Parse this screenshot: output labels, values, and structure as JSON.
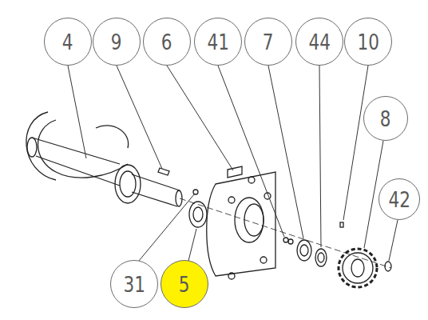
{
  "diagram": {
    "nodes": [
      {
        "text": [
          "4"
        ]
      },
      {
        "text": [
          "9"
        ]
      },
      {
        "text": [
          "6"
        ]
      },
      {
        "text": [
          "41"
        ]
      },
      {
        "text": [
          "7"
        ]
      },
      {
        "text": [
          "44"
        ]
      },
      {
        "text": [
          "10"
        ]
      },
      {
        "text": [
          "8"
        ]
      },
      {
        "text": [
          "42"
        ]
      },
      {
        "text": [
          "31"
        ]
      },
      {
        "text": [
          "5"
        ]
      }
    ]
  }
}
